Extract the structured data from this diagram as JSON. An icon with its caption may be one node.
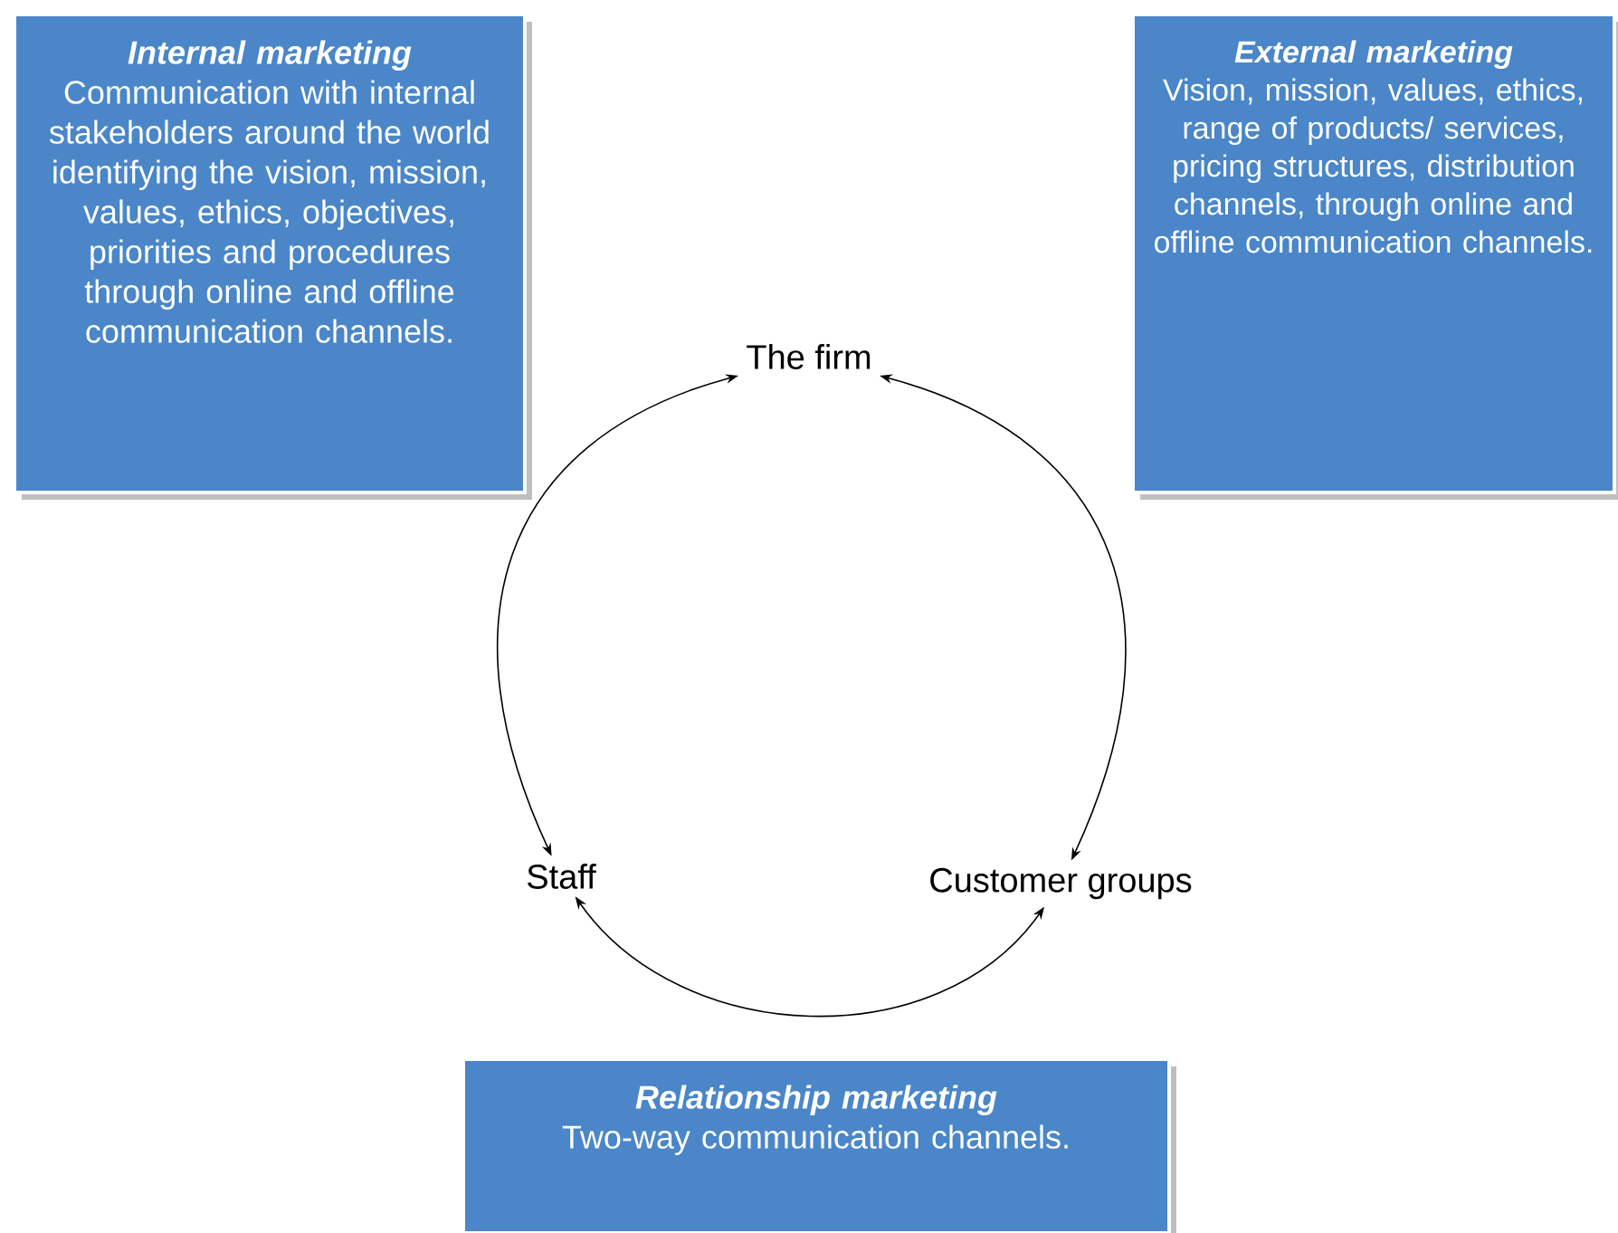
{
  "diagram": {
    "nodes": [
      {
        "text": [
          "Internal marketing",
          "Communication with internal stakeholders around the world identifying the vision, mission, values, ethics, objectives, priorities and procedures through online and offline communication channels."
        ]
      },
      {
        "text": [
          "External marketing",
          "Vision, mission, values, ethics, range of products/ services, pricing structures, distribution channels, through online and offline communication channels."
        ]
      },
      {
        "text": [
          "The firm"
        ]
      },
      {
        "text": [
          "Staff"
        ]
      },
      {
        "text": [
          "Customer groups"
        ]
      },
      {
        "text": [
          "Relationship marketing",
          "Two-way communication channels."
        ]
      }
    ],
    "edges": [
      {
        "from": 2,
        "to": 3,
        "arrow": "both"
      },
      {
        "from": 2,
        "to": 4,
        "arrow": "both"
      },
      {
        "from": 3,
        "to": 4,
        "arrow": "both"
      }
    ]
  }
}
